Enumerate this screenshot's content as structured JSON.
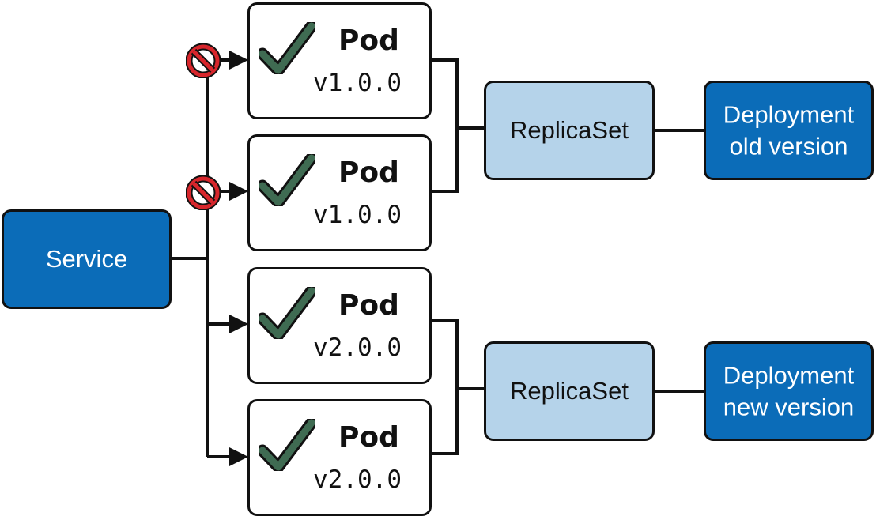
{
  "service": {
    "label": "Service"
  },
  "pods": [
    {
      "name": "Pod",
      "version": "v1.0.0",
      "blocked": true
    },
    {
      "name": "Pod",
      "version": "v1.0.0",
      "blocked": true
    },
    {
      "name": "Pod",
      "version": "v2.0.0",
      "blocked": false
    },
    {
      "name": "Pod",
      "version": "v2.0.0",
      "blocked": false
    }
  ],
  "replicasets": [
    {
      "label": "ReplicaSet"
    },
    {
      "label": "ReplicaSet"
    }
  ],
  "deployments": [
    {
      "line1": "Deployment",
      "line2": "old version"
    },
    {
      "line1": "Deployment",
      "line2": "new version"
    }
  ],
  "colors": {
    "primary": "#0b6cb8",
    "secondary": "#b5d3ea",
    "check": "#3f6b52",
    "blocked": "#d7262c",
    "line": "#111111"
  }
}
